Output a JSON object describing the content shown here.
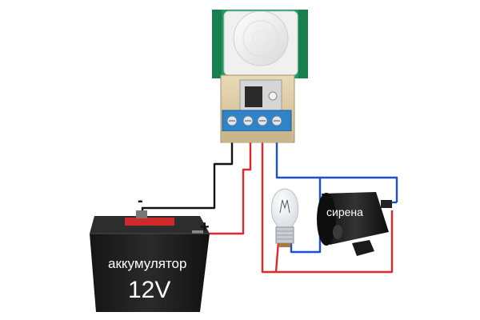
{
  "battery": {
    "label": "аккумулятор",
    "voltage": "12V",
    "minus_sign": "-",
    "plus_sign": "+"
  },
  "siren": {
    "label": "сирена"
  },
  "wires": {
    "black": "#111111",
    "red": "#e0282a",
    "blue": "#1e4fcf"
  },
  "colors": {
    "pcb_green": "#1f9a63",
    "battery_body": "#1c1c1c",
    "terminal_blue": "#2f83c9"
  },
  "icons": {
    "sensor": "pir-motion-sensor",
    "battery": "car-battery",
    "lamp": "light-bulb",
    "siren": "siren-horn"
  }
}
